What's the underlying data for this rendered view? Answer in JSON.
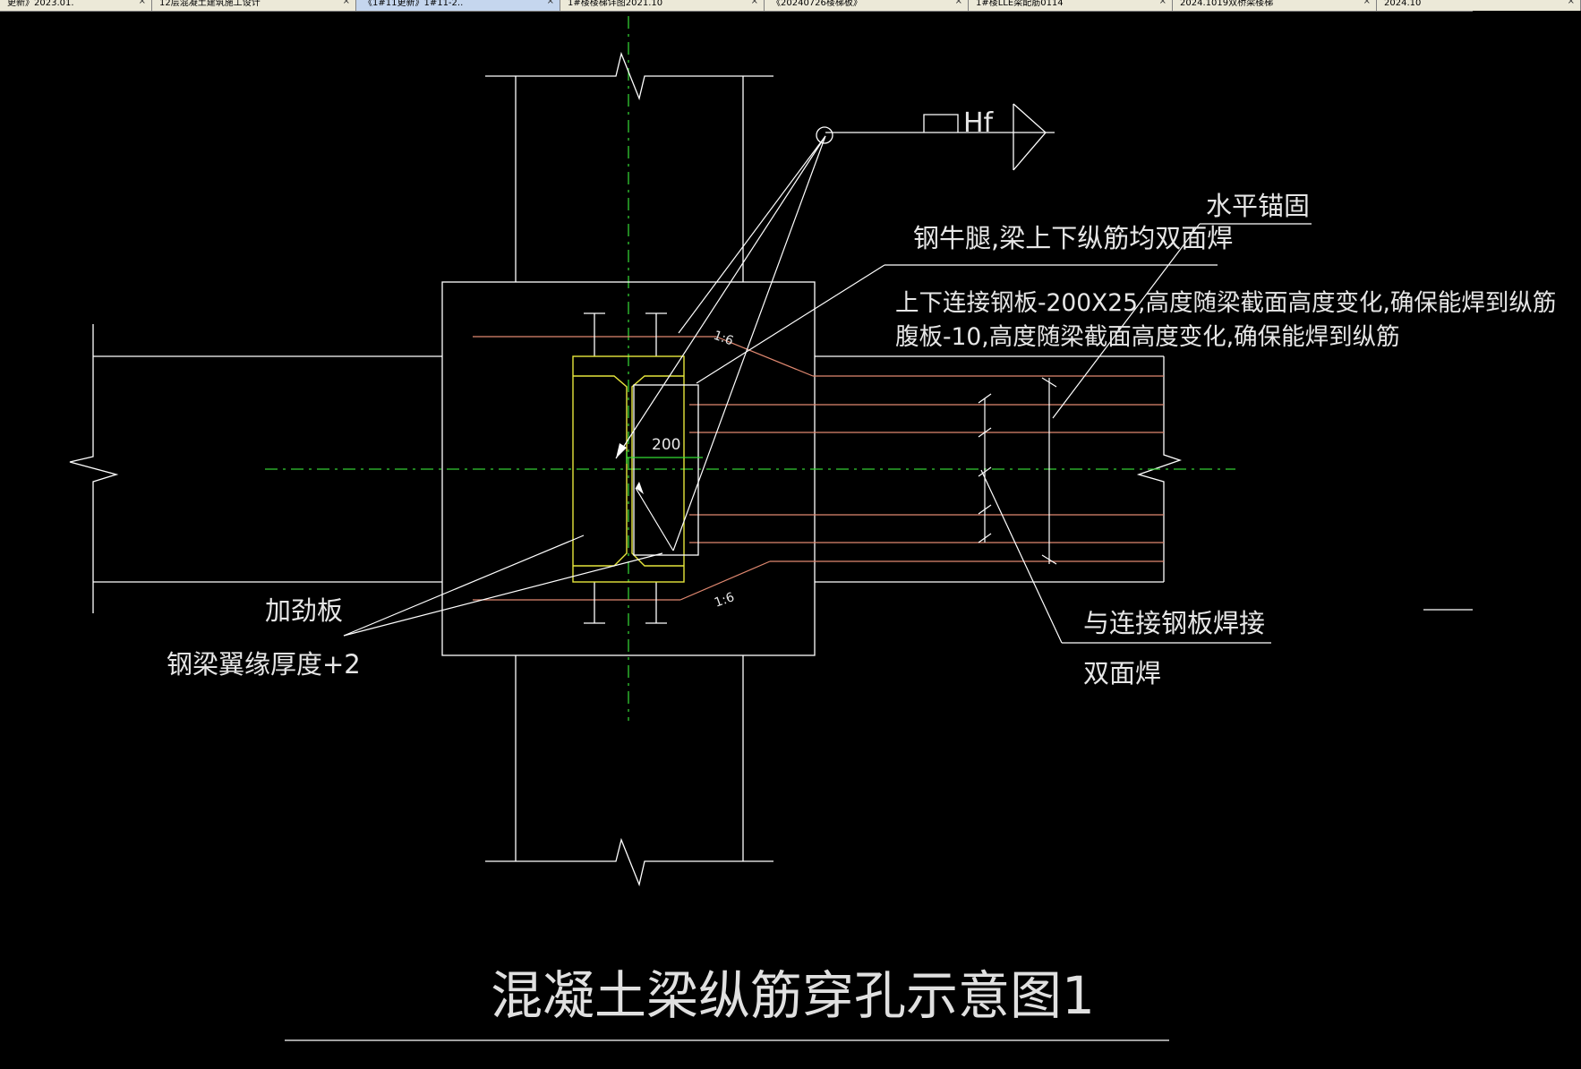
{
  "tabs": [
    {
      "label": "更新》2023.01.",
      "close": "×",
      "active": false
    },
    {
      "label": "12层混凝土建筑施工设计",
      "close": "×",
      "active": false
    },
    {
      "label": "《1#11更新》1#11-2..",
      "close": "×",
      "active": true
    },
    {
      "label": "1#楼楼梯详图2021.10",
      "close": "×",
      "active": false
    },
    {
      "label": "《20240726楼梯板》",
      "close": "×",
      "active": false
    },
    {
      "label": "1#楼LLE梁配筋0114",
      "close": "×",
      "active": false
    },
    {
      "label": "2024.1019双桥梁楼梯",
      "close": "×",
      "active": false
    },
    {
      "label": "2024.10",
      "close": "×",
      "active": false
    }
  ],
  "drawing": {
    "title": "混凝土梁纵筋穿孔示意图1",
    "weld_symbol": "Hf",
    "dimension_200": "200",
    "slope_top": "1:6",
    "slope_bottom": "1:6",
    "notes": {
      "bracket_weld": "钢牛腿,梁上下纵筋均双面焊",
      "horizontal_anchor": "水平锚固",
      "plate_line1": "上下连接钢板-200X25,高度随梁截面高度变化,确保能焊到纵筋",
      "plate_line2": "腹板-10,高度随梁截面高度变化,确保能焊到纵筋",
      "stiffener": "加劲板",
      "flange_thickness": "钢梁翼缘厚度+2",
      "weld_to_plate": "与连接钢板焊接",
      "double_weld": "双面焊"
    }
  },
  "colors": {
    "line": "#ffffff",
    "centerline": "#33cc33",
    "rebar": "#e08870",
    "steel": "#e6e63c",
    "dimension": "#33dd33",
    "text": "#e6e6e6",
    "background": "#000000"
  }
}
